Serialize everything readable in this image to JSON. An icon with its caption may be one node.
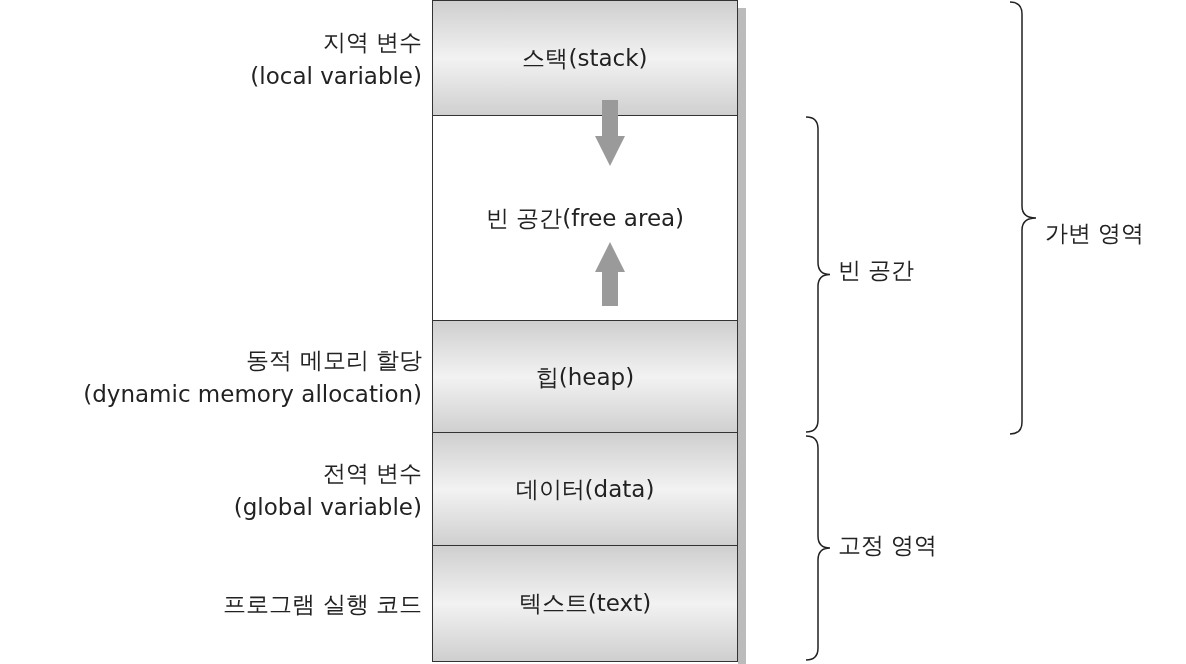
{
  "diagram": {
    "nodes": [
      {
        "text": [
          "스택(stack)"
        ],
        "beside": [
          "지역 변수 (local variable)"
        ]
      },
      {
        "text": [
          "빈 공간(free area)"
        ]
      },
      {
        "text": [
          "힙(heap)"
        ],
        "beside": [
          "동적 메모리 할당 (dynamic memory allocation)"
        ]
      },
      {
        "text": [
          "데이터(data)"
        ],
        "beside": [
          "전역 변수 (global variable)"
        ]
      },
      {
        "text": [
          "텍스트(text)"
        ],
        "beside": [
          "프로그램 실행 코드"
        ]
      }
    ],
    "edges": [
      {
        "from": 0,
        "to": 1,
        "arrow": "to"
      },
      {
        "from": 2,
        "to": 1,
        "arrow": "to"
      }
    ],
    "labels": [
      "가변 영역",
      "빈 공간",
      "고정 영역"
    ]
  }
}
